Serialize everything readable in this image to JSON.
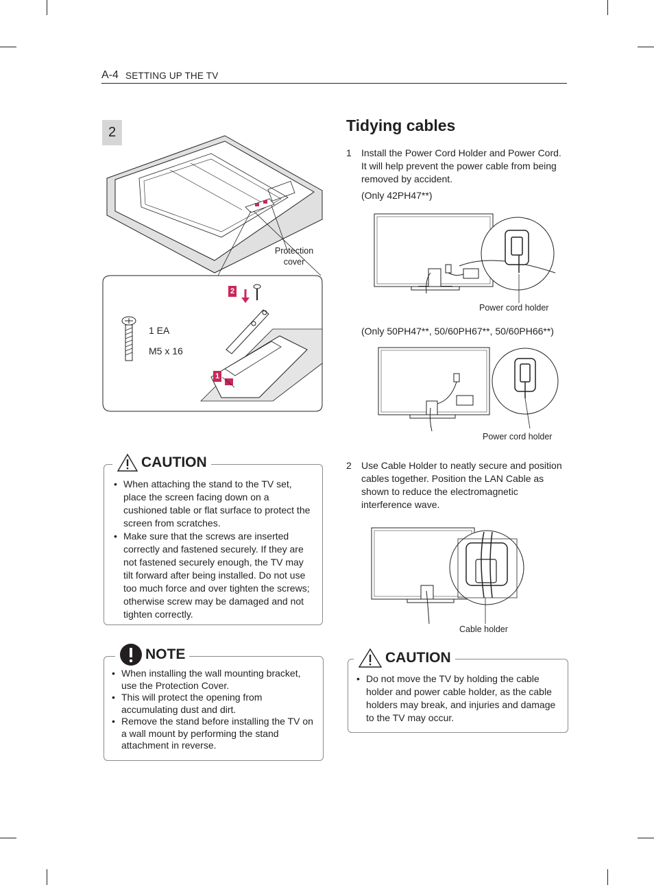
{
  "header": {
    "page_number": "A-4",
    "section": "SETTING UP THE TV"
  },
  "step_badge": "2",
  "left_figure": {
    "protection_label_line1": "Protection",
    "protection_label_line2": "cover",
    "qty": "1 EA",
    "screw_size": "M5 x 16",
    "marker_1": "1",
    "marker_2": "2"
  },
  "caution_left": {
    "label": "CAUTION",
    "items": [
      "When attaching the stand to the TV set, place the screen facing down on a cushioned table or flat surface to protect the screen from scratches.",
      "Make sure that the screws are inserted correctly and fastened securely. If they are not fastened securely enough, the TV may tilt forward after being installed. Do not use too much force and over tighten the screws; otherwise screw may be damaged and not tighten correctly."
    ]
  },
  "note": {
    "label": "NOTE",
    "items": [
      "When installing the wall mounting bracket, use the Protection Cover.",
      "This will protect the opening from accumulating dust and dirt.",
      "Remove the stand before installing the TV on a wall mount by performing the stand attachment in reverse."
    ]
  },
  "tidying": {
    "title": "Tidying cables",
    "step1_num": "1",
    "step1_text": "Install the Power Cord Holder and Power Cord. It will help prevent the power cable from being removed by accident.",
    "model_a": "(Only 42PH47**)",
    "fig1_label": "Power cord holder",
    "model_b": "(Only 50PH47**, 50/60PH67**, 50/60PH66**)",
    "fig2_label": "Power cord holder",
    "step2_num": "2",
    "step2_text": "Use Cable Holder to neatly secure and position cables together. Position the LAN Cable as shown to reduce the electromagnetic interference wave.",
    "fig3_label": "Cable holder"
  },
  "caution_right": {
    "label": "CAUTION",
    "items": [
      "Do not move the TV by holding the cable holder and power cable holder, as the cable holders may break, and injuries and damage to the TV may occur."
    ]
  },
  "colors": {
    "marker": "#c8285a",
    "text": "#231f20",
    "border": "#8a8a8a"
  }
}
